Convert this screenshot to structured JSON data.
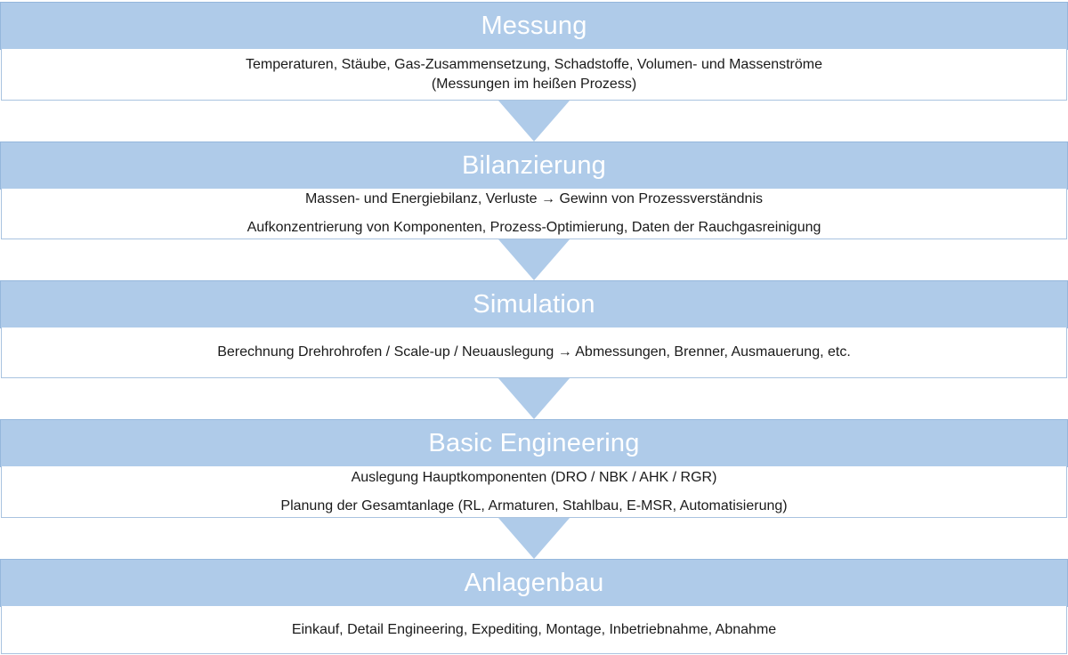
{
  "stages": [
    {
      "title": "Messung",
      "lines": [
        "Temperaturen, Stäube, Gas-Zusammensetzung, Schadstoffe, Volumen- und Massenströme",
        "(Messungen im heißen Prozess)"
      ]
    },
    {
      "title": "Bilanzierung",
      "lines": [
        "Massen- und Energiebilanz, Verluste → Gewinn von Prozessverständnis",
        "Aufkonzentrierung von Komponenten, Prozess-Optimierung, Daten der Rauchgasreinigung"
      ]
    },
    {
      "title": "Simulation",
      "lines": [
        "Berechnung Drehrohrofen / Scale-up / Neuauslegung → Abmessungen, Brenner, Ausmauerung, etc."
      ]
    },
    {
      "title": "Basic Engineering",
      "lines": [
        "Auslegung Hauptkomponenten (DRO / NBK / AHK / RGR)",
        "Planung der Gesamtanlage (RL, Armaturen, Stahlbau, E-MSR, Automatisierung)"
      ]
    },
    {
      "title": "Anlagenbau",
      "lines": [
        "Einkauf, Detail Engineering, Expediting, Montage, Inbetriebnahme, Abnahme"
      ]
    }
  ],
  "colors": {
    "header_fill": "#afcbe9",
    "header_text": "#ffffff",
    "arrow_fill": "#afcbe9",
    "body_border": "#a9c3e0"
  }
}
